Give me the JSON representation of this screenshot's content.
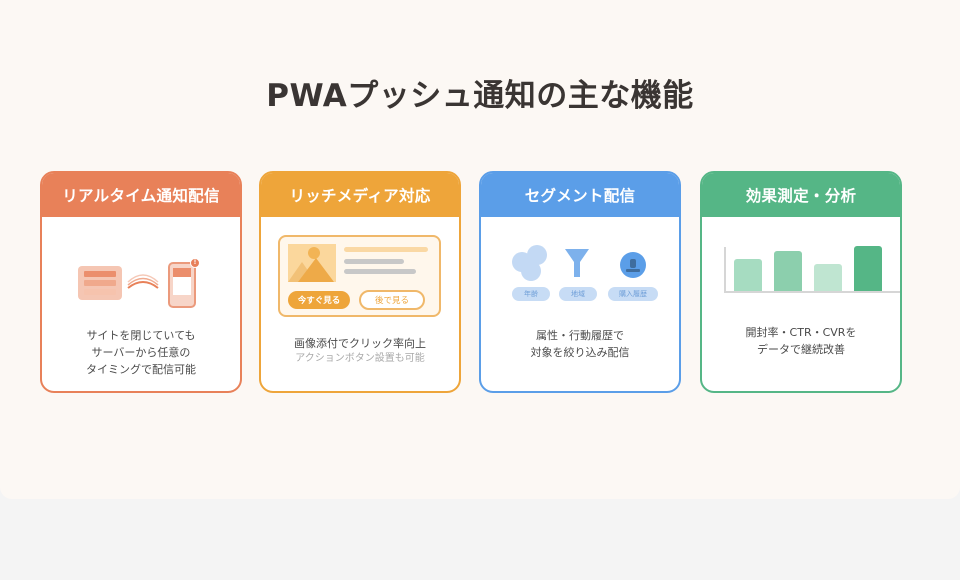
{
  "title": "PWAプッシュ通知の主な機能",
  "colors": {
    "background": "#f4f4f4",
    "panel": "#fcf8f4",
    "title": "#3a3533",
    "realtime": "#e88159",
    "richmedia": "#eea53a",
    "segment": "#5b9ee8",
    "analytics": "#55b686"
  },
  "cards": [
    {
      "header": "リアルタイム通知配信",
      "icon": "server-to-phone-push-icon",
      "badge": "!",
      "desc": [
        "サイトを閉じていても",
        "サーバーから任意の",
        "タイミングで配信可能"
      ]
    },
    {
      "header": "リッチメディア対応",
      "icon": "rich-notification-icon",
      "buttons": {
        "primary": "今すぐ見る",
        "secondary": "後で見る"
      },
      "desc": [
        "画像添付でクリック率向上"
      ],
      "sub": "アクションボタン設置も可能"
    },
    {
      "header": "セグメント配信",
      "icon": "segment-filter-icon",
      "tags": [
        "年齢",
        "地域",
        "購入履歴"
      ],
      "desc": [
        "属性・行動履歴で",
        "対象を絞り込み配信"
      ]
    },
    {
      "header": "効果測定・分析",
      "icon": "bar-chart-icon",
      "bars": [
        {
          "height": 32,
          "color": "#a6dcc1"
        },
        {
          "height": 40,
          "color": "#8ccfad"
        },
        {
          "height": 27,
          "color": "#bfe5d1"
        },
        {
          "height": 45,
          "color": "#55b686"
        }
      ],
      "desc": [
        "開封率・CTR・CVRを",
        "データで継続改善"
      ]
    }
  ]
}
